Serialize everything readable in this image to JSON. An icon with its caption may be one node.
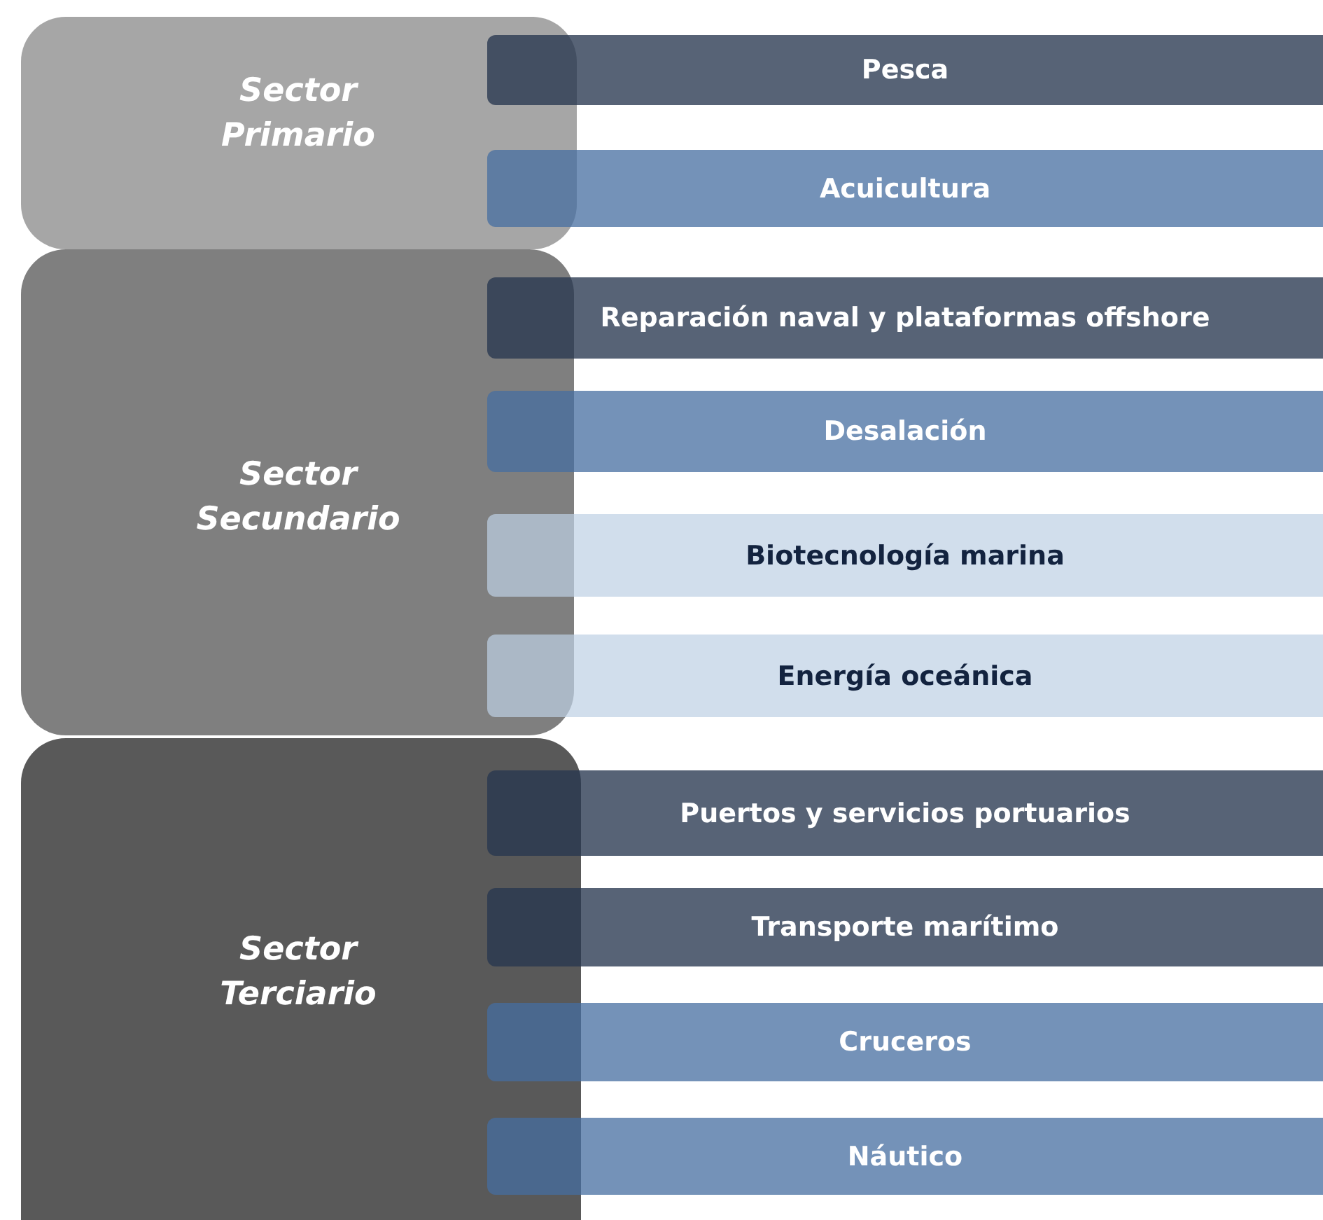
{
  "diagram": {
    "nodes": [
      {
        "text": [
          "Sector Primario"
        ]
      },
      {
        "text": [
          "Pesca"
        ]
      },
      {
        "text": [
          "Acuicultura"
        ]
      },
      {
        "text": [
          "Sector Secundario"
        ]
      },
      {
        "text": [
          "Reparación naval y plataformas offshore"
        ]
      },
      {
        "text": [
          "Desalación"
        ]
      },
      {
        "text": [
          "Biotecnología marina"
        ]
      },
      {
        "text": [
          "Energía oceánica"
        ]
      },
      {
        "text": [
          "Sector Terciario"
        ]
      },
      {
        "text": [
          "Puertos y servicios portuarios"
        ]
      },
      {
        "text": [
          "Transporte marítimo"
        ]
      },
      {
        "text": [
          "Cruceros"
        ]
      },
      {
        "text": [
          "Náutico"
        ]
      }
    ]
  }
}
